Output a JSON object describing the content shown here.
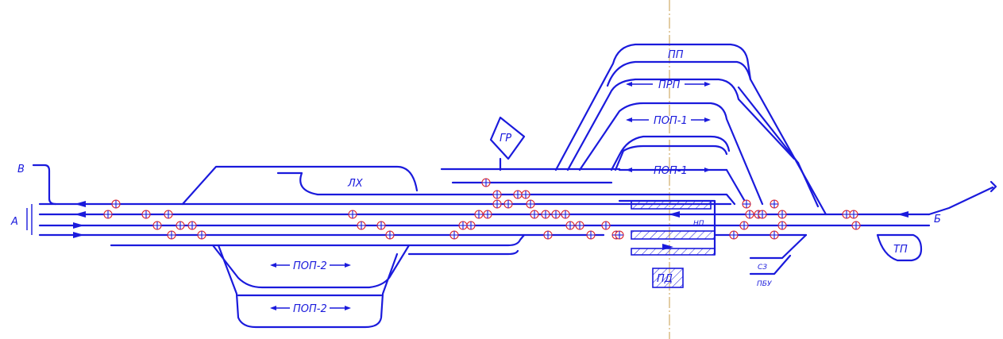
{
  "labels": {
    "v": "В",
    "a": "А",
    "b": "Б",
    "gr": "ГР",
    "lh": "ЛХ",
    "pp": "ПП",
    "prp": "ПРП",
    "pop1_top": "ПОП-1",
    "pop1_bottom": "ПОП-1",
    "pop2_top": "ПОП-2",
    "pop2_bottom": "ПОП-2",
    "tp": "ТП",
    "pd": "ПД",
    "pbu": "ПБУ",
    "sz": "СЗ",
    "np": "НП"
  },
  "colors": {
    "track": "#1a1adc",
    "signal": "#e0242a",
    "axis": "#c79b4a"
  }
}
